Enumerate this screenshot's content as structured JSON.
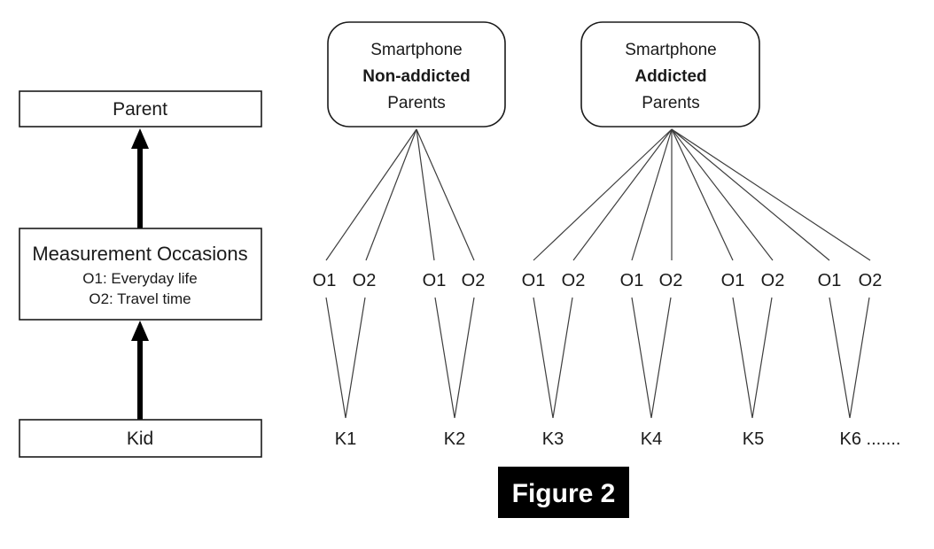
{
  "figure": {
    "caption": "Figure 2"
  },
  "left_panel": {
    "parent_label": "Parent",
    "measurement": {
      "title": "Measurement Occasions",
      "line1": "O1: Everyday life",
      "line2": "O2: Travel time"
    },
    "kid_label": "Kid"
  },
  "right_panel": {
    "clusters": [
      {
        "line1": "Smartphone",
        "line2": "Non-addicted",
        "line3": "Parents"
      },
      {
        "line1": "Smartphone",
        "line2": "Addicted",
        "line3": "Parents"
      }
    ],
    "occasion_labels": {
      "o1": "O1",
      "o2": "O2"
    },
    "kids": [
      "K1",
      "K2",
      "K3",
      "K4",
      "K5",
      "K6 ......."
    ]
  },
  "colors": {
    "ink": "#1a1a1a",
    "thin_line": "#3d3d3d",
    "caption_bg": "#000000",
    "caption_fg": "#ffffff"
  }
}
